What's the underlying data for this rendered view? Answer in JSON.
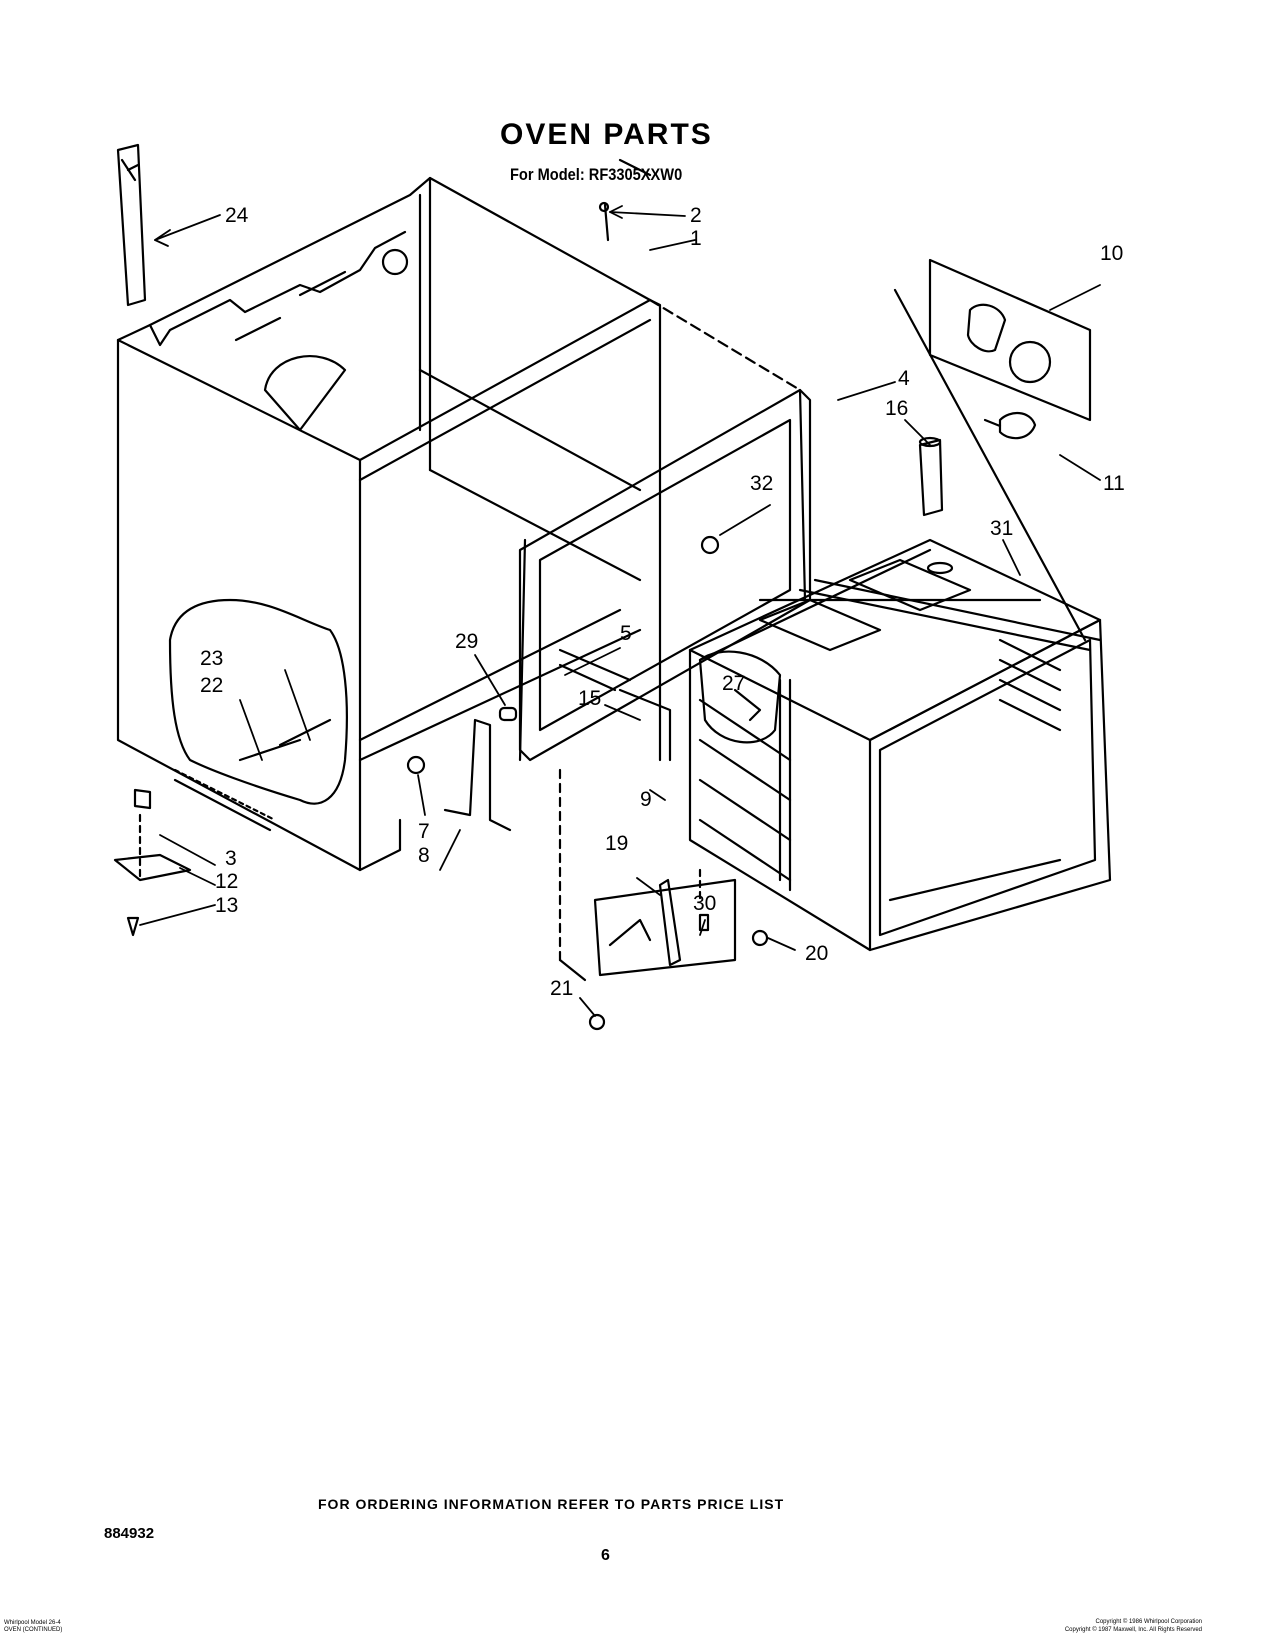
{
  "header": {
    "title": "OVEN PARTS",
    "model_line": "For Model: RF3305XXW0"
  },
  "callouts": [
    "24",
    "2",
    "1",
    "10",
    "4",
    "16",
    "11",
    "32",
    "31",
    "29",
    "5",
    "23",
    "22",
    "15",
    "27",
    "7",
    "9",
    "8",
    "3",
    "12",
    "13",
    "19",
    "30",
    "20",
    "21"
  ],
  "footer": {
    "ordering": "FOR ORDERING INFORMATION REFER TO PARTS PRICE LIST",
    "doc_number": "884932",
    "page_number": "6",
    "left_note_1": "Whirlpool Model 26-4",
    "left_note_2": "OVEN (CONTINUED)",
    "right_note_1": "Copyright © 1986 Whirlpool Corporation",
    "right_note_2": "Copyright © 1987 Maxwell, Inc. All Rights Reserved"
  }
}
